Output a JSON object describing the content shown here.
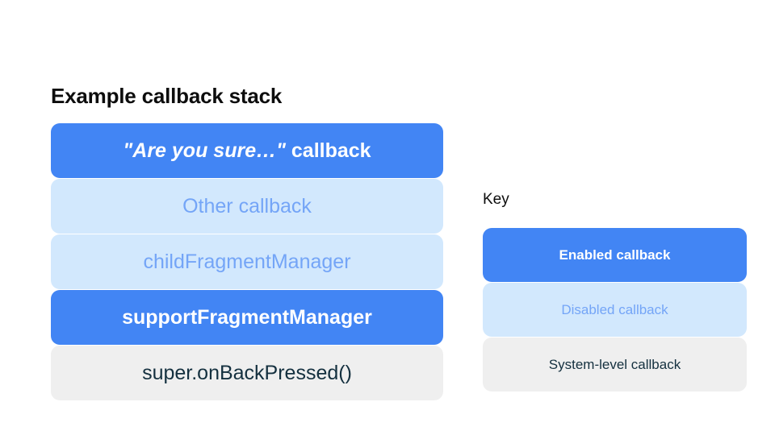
{
  "stack": {
    "title": "Example callback stack",
    "items": [
      {
        "label": "\"Are you sure…\" callback",
        "label_quoted": "\"Are you sure…\"",
        "label_plain": " callback",
        "state": "enabled"
      },
      {
        "label": "Other callback",
        "state": "disabled"
      },
      {
        "label": "childFragmentManager",
        "state": "disabled"
      },
      {
        "label": "supportFragmentManager",
        "state": "enabled"
      },
      {
        "label": "super.onBackPressed()",
        "state": "system"
      }
    ]
  },
  "key": {
    "title": "Key",
    "items": [
      {
        "label": "Enabled callback",
        "state": "enabled"
      },
      {
        "label": "Disabled callback",
        "state": "disabled"
      },
      {
        "label": "System-level callback",
        "state": "system"
      }
    ]
  },
  "colors": {
    "background": "#ffffff",
    "enabled_fill": "#4285f4",
    "enabled_text": "#ffffff",
    "disabled_fill": "#d2e8fd",
    "disabled_text": "#74a5f7",
    "system_fill": "#efefef",
    "system_text": "#14303f",
    "title_text": "#0d0d0d"
  }
}
